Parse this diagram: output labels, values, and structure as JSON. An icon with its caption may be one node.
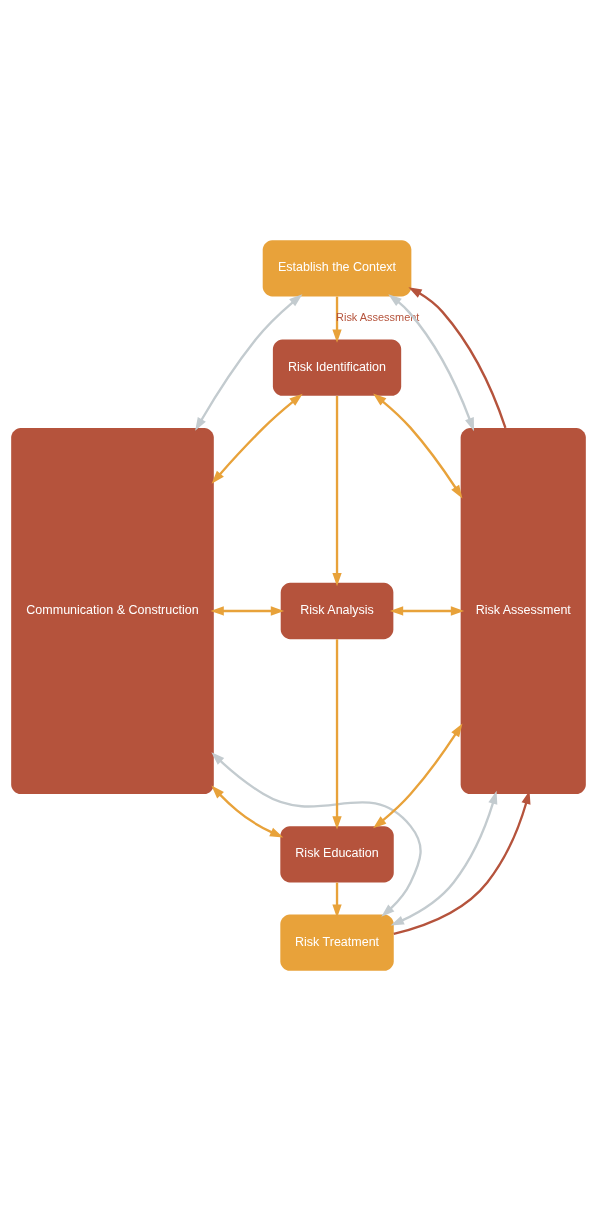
{
  "diagram": {
    "nodes": [
      {
        "text": [
          "Communication & Construction"
        ]
      },
      {
        "text": [
          "Establish the Context"
        ]
      },
      {
        "text": [
          "Risk Identification"
        ]
      },
      {
        "text": [
          "Risk Analysis"
        ]
      },
      {
        "text": [
          "Risk Education"
        ]
      },
      {
        "text": [
          "Risk Treatment"
        ]
      },
      {
        "text": [
          "Risk Assessment"
        ]
      }
    ],
    "edges": [
      {
        "from": 0,
        "to": 1,
        "arrow": "both",
        "color": "#c3cbcf"
      },
      {
        "from": 1,
        "to": 6,
        "arrow": "both",
        "color": "#c3cbcf"
      },
      {
        "from": 1,
        "to": 2,
        "arrow": "to",
        "label": "Risk Assessment"
      },
      {
        "from": 0,
        "to": 2,
        "arrow": "both"
      },
      {
        "from": 2,
        "to": 6,
        "arrow": "both"
      },
      {
        "from": 2,
        "to": 3,
        "arrow": "to"
      },
      {
        "from": 0,
        "to": 3,
        "arrow": "both"
      },
      {
        "from": 3,
        "to": 6,
        "arrow": "both"
      },
      {
        "from": 3,
        "to": 4,
        "arrow": "to"
      },
      {
        "from": 0,
        "to": 4,
        "arrow": "both"
      },
      {
        "from": 4,
        "to": 6,
        "arrow": "both"
      },
      {
        "from": 4,
        "to": 5,
        "arrow": "to"
      },
      {
        "from": 0,
        "to": 5,
        "arrow": "both",
        "color": "#c3cbcf"
      },
      {
        "from": 5,
        "to": 6,
        "arrow": "both",
        "color": "#c3cbcf"
      },
      {
        "from": 5,
        "to": 6,
        "arrow": "to",
        "color": "#b5533c"
      },
      {
        "from": 6,
        "to": 1,
        "arrow": "to",
        "color": "#b5533c"
      }
    ]
  }
}
